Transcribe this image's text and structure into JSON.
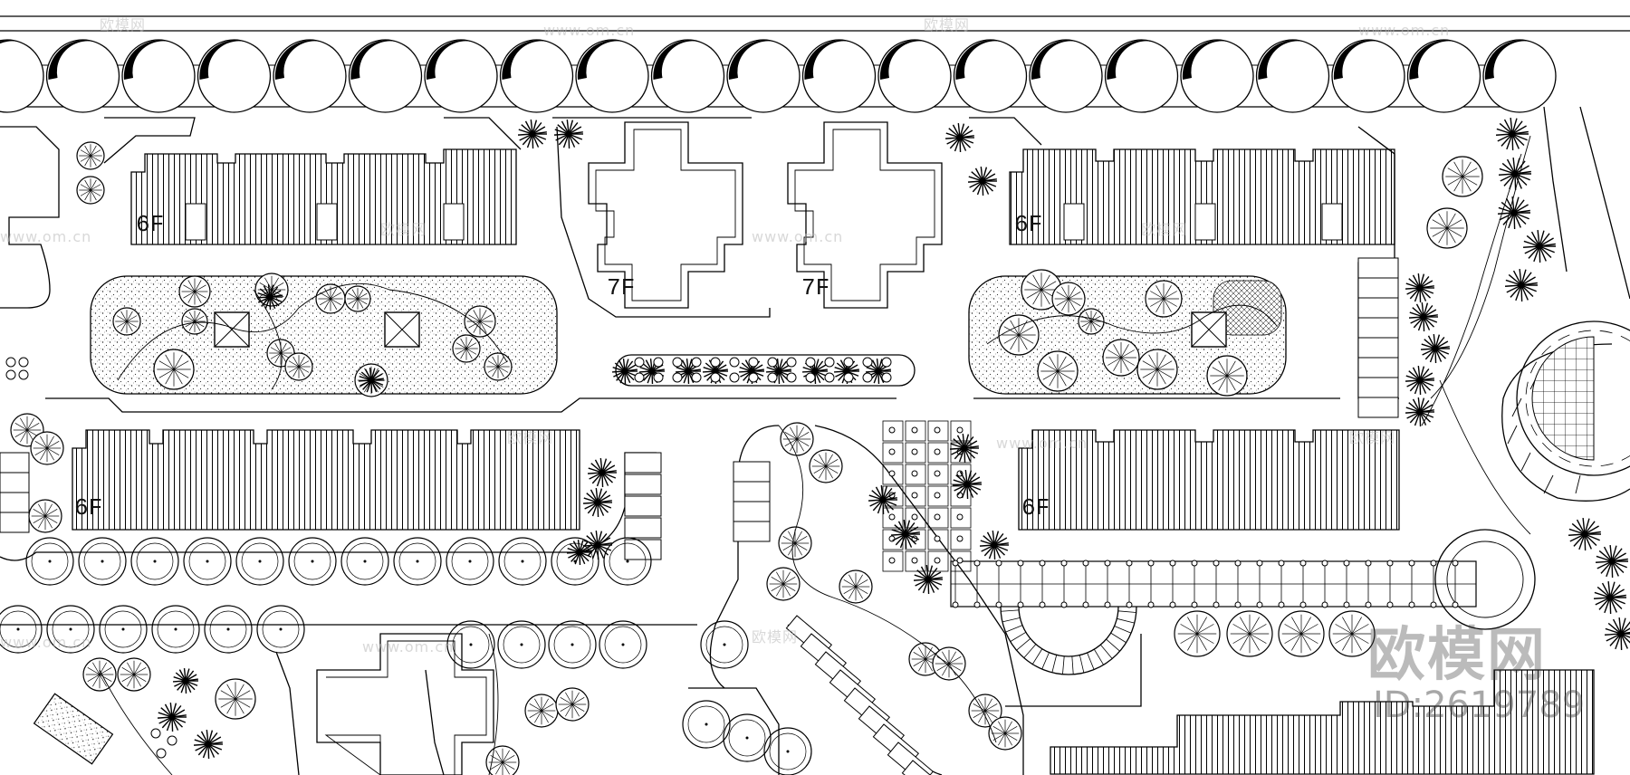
{
  "floor_labels": [
    "6F",
    "6F",
    "7F",
    "7F",
    "6F",
    "6F"
  ],
  "watermarks": {
    "url": "www.om.cn",
    "brand": "欧模网",
    "id": "ID:2619789"
  }
}
